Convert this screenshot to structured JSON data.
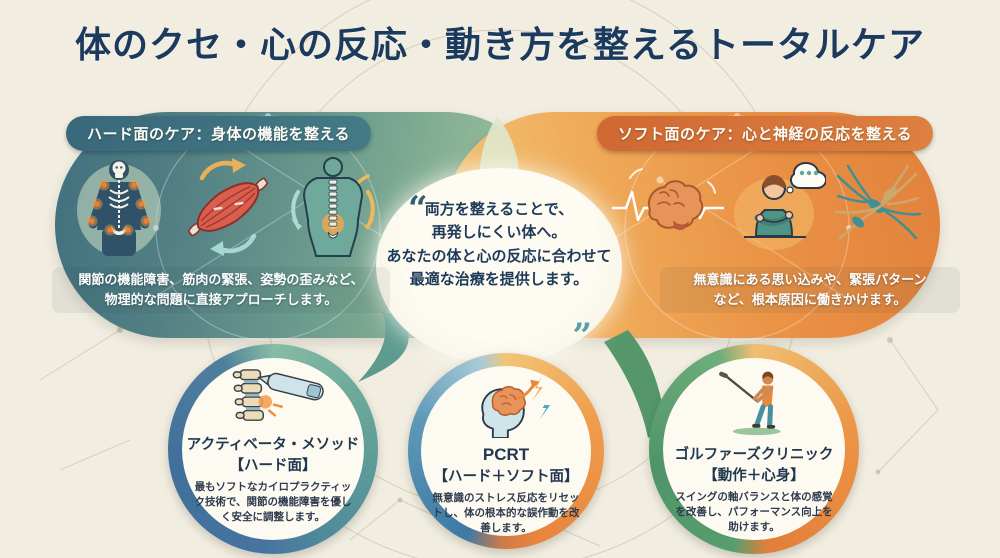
{
  "title": "体のクセ・心の反応・動き方を整えるトータルケア",
  "hard_section": {
    "header": "ハード面のケア：身体の機能を整える",
    "description_line1": "関節の機能障害、筋肉の緊張、姿勢の歪みなど、",
    "description_line2": "物理的な問題に直接アプローチします。",
    "accent_color": "#3e6e80",
    "icons": [
      "skeleton-joints-icon",
      "muscle-icon",
      "posture-spine-icon"
    ]
  },
  "soft_section": {
    "header": "ソフト面のケア：心と神経の反応を整える",
    "description_line1": "無意識にある思い込みや、緊張パターン",
    "description_line2": "など、根本原因に働きかけます。",
    "accent_color": "#d26b36",
    "icons": [
      "brain-pulse-icon",
      "person-thinking-icon",
      "nerve-network-icon"
    ]
  },
  "center_quote": {
    "open_mark": "“",
    "close_mark": "”",
    "line1": "両方を整えることで、",
    "line2": "再発しにくい体へ。",
    "line3": "あなたの体と心の反応に合わせて",
    "line4": "最適な治療を提供します。"
  },
  "methods": [
    {
      "name": "アクティベータ・メソッド",
      "category": "【ハード面】",
      "description": "最もソフトなカイロプラクティック技術で、関節の機能障害を優しく安全に調整します。",
      "icon": "spine-activator-icon",
      "ring_left_color": "#44739e",
      "ring_right_color": "#6fae9a"
    },
    {
      "name": "PCRT",
      "category": "【ハード＋ソフト面】",
      "description": "無意識のストレス反応をリセットし、体の根本的な誤作動を改善します。",
      "icon": "head-brain-lightning-icon",
      "ring_left_color": "#3d7aa4",
      "ring_right_color": "#e8863f"
    },
    {
      "name": "ゴルファーズクリニック",
      "category": "【動作＋心身】",
      "description": "スイングの軸バランスと体の感覚を改善し、パフォーマンス向上を助けます。",
      "icon": "golfer-swing-icon",
      "ring_left_color": "#57996c",
      "ring_right_color": "#e8863f"
    }
  ],
  "colors": {
    "background": "#f1ede0",
    "title_text": "#1b3a5d",
    "hard_blob_start": "#41707f",
    "hard_blob_end": "#abc8a4",
    "soft_blob_start": "#efc77c",
    "soft_blob_end": "#e2803b",
    "quote_text": "#1e3a5a"
  }
}
